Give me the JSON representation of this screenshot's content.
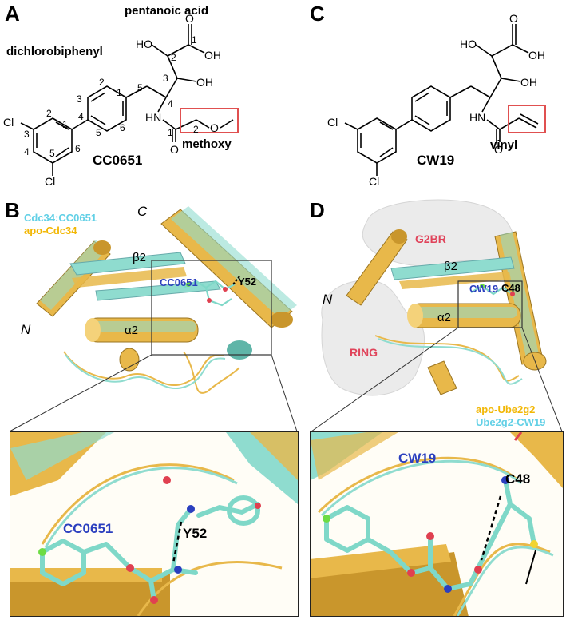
{
  "panels": {
    "A": {
      "letter": "A",
      "labels": {
        "pentanoic": "pentanoic acid",
        "dichloro": "dichlorobiphenyl",
        "methoxy": "methoxy"
      },
      "compound": "CC0651",
      "atoms": {
        "ho": "HO",
        "oh_acid": "OH",
        "oh": "OH",
        "o_acid": "O",
        "hn": "HN",
        "o_amide": "O",
        "o_ether": "O",
        "cl1": "Cl",
        "cl2": "Cl"
      },
      "numbers": {
        "n1a": "1",
        "n2a": "2",
        "n3a": "3",
        "n4a": "4",
        "n5a": "5",
        "r1": "1",
        "r2": "2",
        "r3": "3",
        "r4": "4",
        "r5": "5",
        "r6": "6",
        "l1": "1",
        "l2": "2",
        "l3": "3",
        "l4": "4",
        "l5": "5",
        "l6": "6",
        "am1": "1",
        "am2": "2"
      }
    },
    "C": {
      "letter": "C",
      "compound": "CW19",
      "labels": {
        "vinyl": "vinyl"
      },
      "atoms": {
        "ho": "HO",
        "oh_acid": "OH",
        "oh": "OH",
        "o_acid": "O",
        "hn": "HN",
        "o_amide": "O",
        "cl1": "Cl",
        "cl2": "Cl"
      }
    },
    "B": {
      "letter": "B",
      "legend": [
        {
          "text": "Cdc34:CC0651",
          "color": "#62d0e6"
        },
        {
          "text": "apo-Cdc34",
          "color": "#f2b705"
        }
      ],
      "labels": {
        "c_term": "C",
        "n_term": "N",
        "beta2": "β2",
        "alpha2": "α2",
        "ligand": "CC0651",
        "residue": "Y52",
        "zoom_ligand": "CC0651",
        "zoom_residue": "Y52"
      }
    },
    "D": {
      "letter": "D",
      "legend": [
        {
          "text": "apo-Ube2g2",
          "color": "#f2b705"
        },
        {
          "text": "Ube2g2-CW19",
          "color": "#62d0e6"
        }
      ],
      "labels": {
        "g2br": "G2BR",
        "ring": "RING",
        "n_term": "N",
        "beta2": "β2",
        "alpha2": "α2",
        "ligand": "CW19",
        "residue": "C48",
        "zoom_ligand": "CW19",
        "zoom_residue": "C48"
      }
    }
  },
  "colors": {
    "cyan": "#8fdccf",
    "gold": "#e8b84a",
    "highlight_box": "#e05050",
    "ligand_text": "#2b3fbf",
    "surface_label": "#e0435a"
  }
}
